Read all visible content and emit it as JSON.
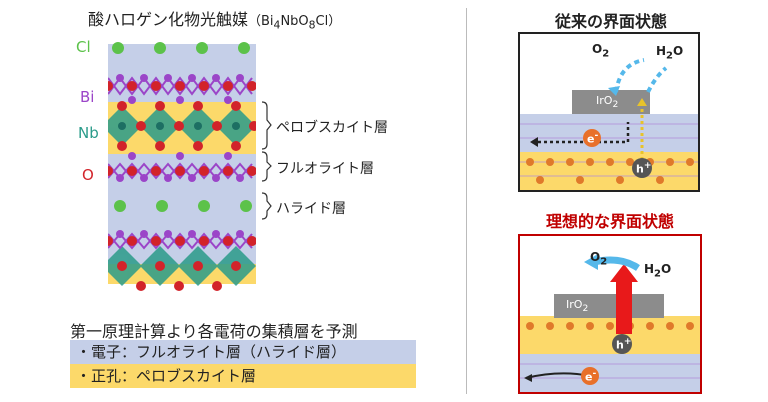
{
  "left_title": {
    "main": "酸ハロゲン化物光触媒",
    "formula_open": "（Bi",
    "s1": "4",
    "f2": "NbO",
    "s2": "8",
    "f3": "Cl）"
  },
  "element_labels": [
    "Cl",
    "Bi",
    "Nb",
    "O"
  ],
  "layer_labels": [
    "ペロブスカイト層",
    "フルオライト層",
    "ハライド層"
  ],
  "right_panels": {
    "conventional_title": "従来の界面状態",
    "ideal_title": "理想的な界面状態",
    "o2": "O",
    "o2_sub": "2",
    "h2o_a": "H",
    "h2o_sub": "2",
    "h2o_b": "O",
    "iro2": "IrO",
    "iro2_sub": "2",
    "electron": "e",
    "electron_sup": "-",
    "hole": "h",
    "hole_sup": "+"
  },
  "conclusion": {
    "line": "第一原理計算より各電荷の集積層を予測",
    "electron": "・電子：フルオライト層（ハライド層）",
    "hole": "・正孔：ペロブスカイト層"
  },
  "colors": {
    "cl_atom": "#5cc24a",
    "bi_atom": "#9b45c8",
    "o_atom": "#d2232a",
    "nb_poly": "#2a9b8a",
    "band_blue": "#c5cfe8",
    "band_yellow": "#fcd96a",
    "ideal_red": "#c00000",
    "arrow_red": "#e8191a",
    "arrow_blue": "#55b8ea",
    "iro2_gray": "#8c8c8c"
  }
}
